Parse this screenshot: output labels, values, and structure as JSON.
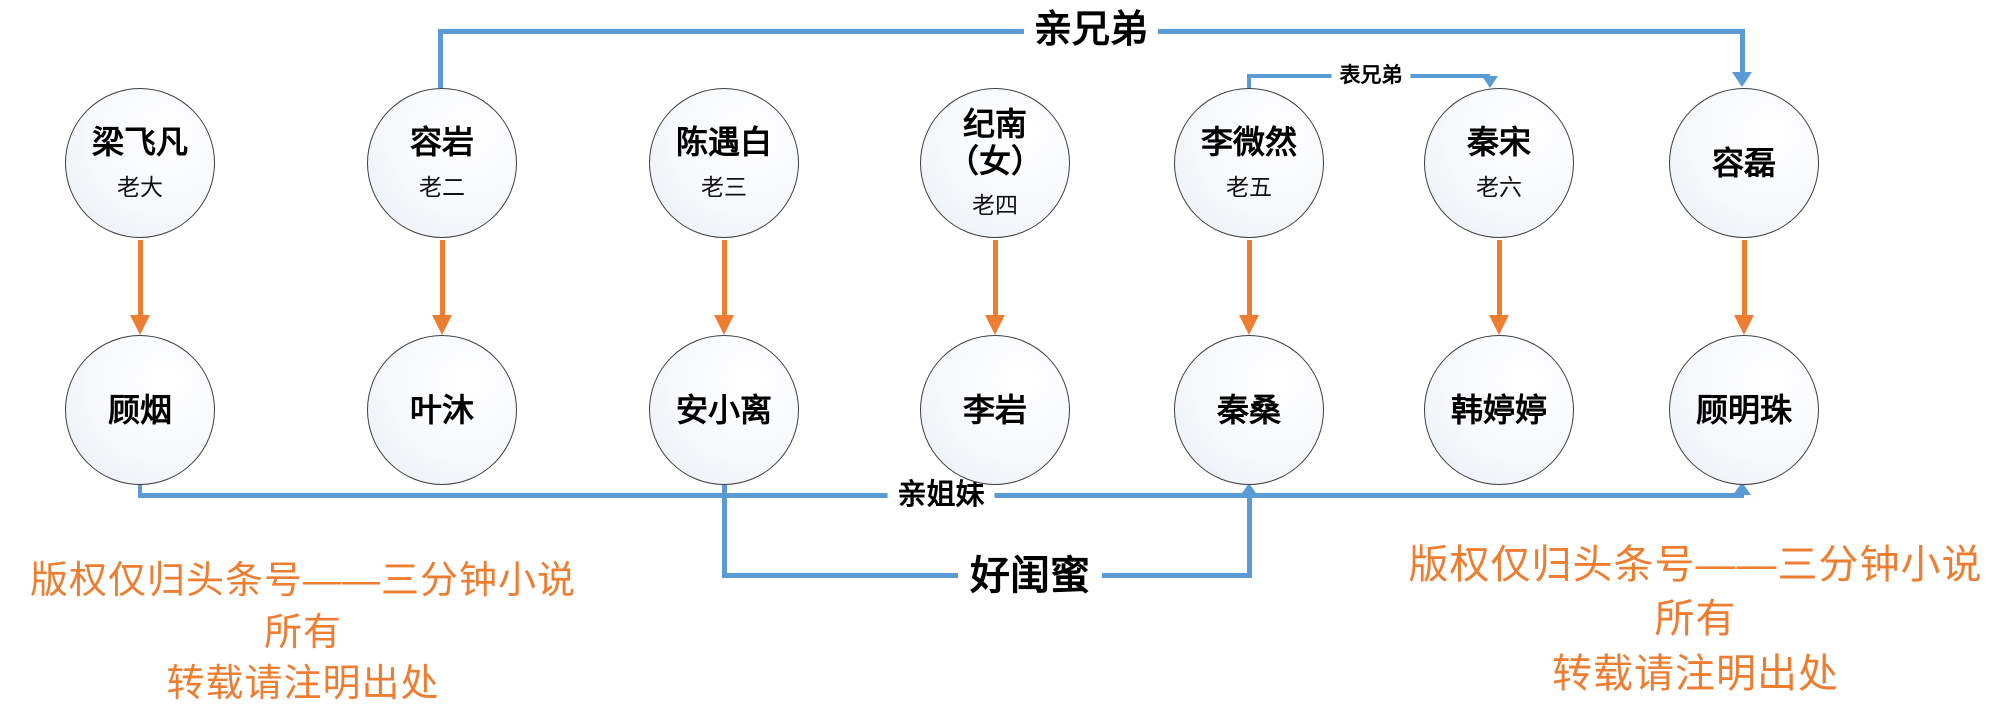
{
  "diagram": {
    "columns": [
      {
        "top": {
          "name": "梁飞凡",
          "subtitle": "老大"
        },
        "bottom": {
          "name": "顾烟"
        }
      },
      {
        "top": {
          "name": "容岩",
          "subtitle": "老二"
        },
        "bottom": {
          "name": "叶沐"
        }
      },
      {
        "top": {
          "name": "陈遇白",
          "subtitle": "老三"
        },
        "bottom": {
          "name": "安小离"
        }
      },
      {
        "top": {
          "name": "纪南\n（女）",
          "subtitle": "老四"
        },
        "bottom": {
          "name": "李岩"
        }
      },
      {
        "top": {
          "name": "李微然",
          "subtitle": "老五"
        },
        "bottom": {
          "name": "秦桑"
        }
      },
      {
        "top": {
          "name": "秦宋",
          "subtitle": "老六"
        },
        "bottom": {
          "name": "韩婷婷"
        }
      },
      {
        "top": {
          "name": "容磊",
          "subtitle": ""
        },
        "bottom": {
          "name": "顾明珠"
        }
      }
    ],
    "relations": {
      "brothers": "亲兄弟",
      "cousins": "表兄弟",
      "sisters": "亲姐妹",
      "besties": "好闺蜜"
    },
    "watermark": {
      "line1": "版权仅归头条号——三分钟小说",
      "line2": "所有",
      "line3": "转载请注明出处"
    },
    "colors": {
      "blue": "#5B9BD5",
      "orange": "#ED7D31",
      "watermark_orange": "#ED7D31"
    }
  }
}
